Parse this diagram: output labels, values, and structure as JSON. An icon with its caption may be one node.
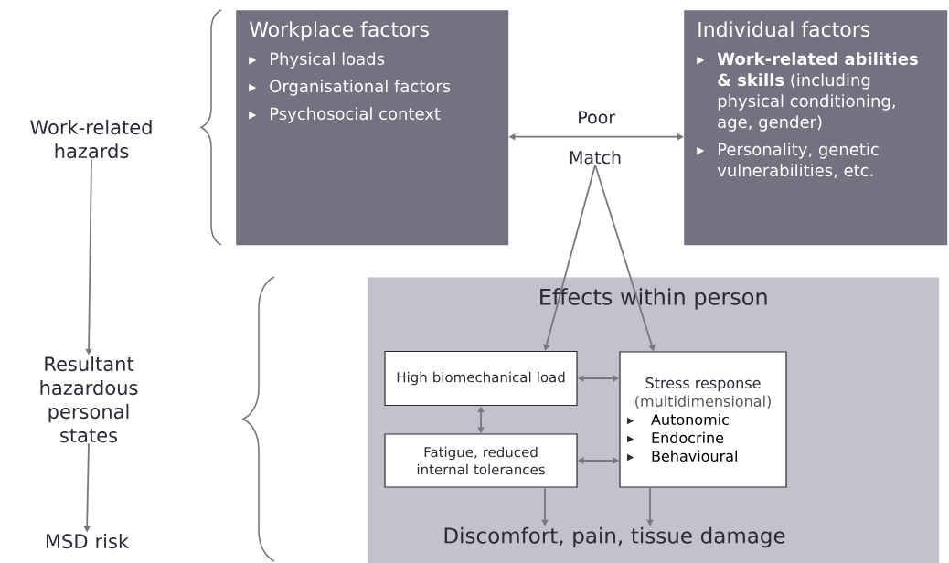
{
  "diagram": {
    "nodes": [
      {
        "text": [
          "Work-related hazards"
        ]
      },
      {
        "text": [
          "Resultant hazardous personal states"
        ]
      },
      {
        "text": [
          "MSD risk"
        ]
      },
      {
        "text": [
          "Workplace factors",
          "Physical loads",
          "Organisational factors",
          "Psychosocial context"
        ]
      },
      {
        "text": [
          "Individual factors",
          "**Work-related abilities & skills** (including physical conditioning, age, gender)",
          "Personality, genetic vulnerabilities, etc."
        ]
      },
      {
        "text": [
          "Match"
        ]
      },
      {
        "text": [
          "Effects within person"
        ]
      },
      {
        "text": [
          "High biomechanical load"
        ],
        "in": 6
      },
      {
        "text": [
          "Stress response",
          "(multidimensional)",
          "Autonomic",
          "Endocrine",
          "Behavioural"
        ],
        "in": 6
      },
      {
        "text": [
          "Fatigue, reduced internal tolerances"
        ],
        "in": 6
      },
      {
        "text": [
          "Discomfort, pain, tissue damage"
        ],
        "in": 6
      }
    ],
    "edges": [
      {
        "from": 0,
        "to": 1,
        "arrow": "to"
      },
      {
        "from": 1,
        "to": 2,
        "arrow": "to"
      },
      {
        "from": 3,
        "to": 4,
        "arrow": "both",
        "label": "Poor"
      },
      {
        "from": 5,
        "to": 7,
        "arrow": "to"
      },
      {
        "from": 5,
        "to": 8,
        "arrow": "to"
      },
      {
        "from": 7,
        "to": 8,
        "arrow": "both"
      },
      {
        "from": 7,
        "to": 9,
        "arrow": "both"
      },
      {
        "from": 9,
        "to": 8,
        "arrow": "both"
      },
      {
        "from": 9,
        "to": 10,
        "arrow": "to"
      },
      {
        "from": 8,
        "to": 10,
        "arrow": "to"
      }
    ]
  }
}
